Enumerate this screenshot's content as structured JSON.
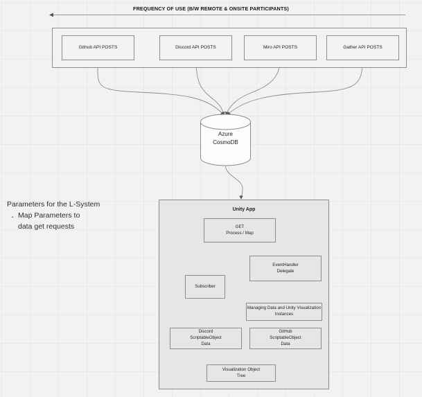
{
  "page": {
    "title": "FREQUENCY OF USE (B/W REMOTE & ONSITE PARTICIPANTS)",
    "background_color": "#f2f2f2",
    "stroke_color": "#8c8c8c",
    "panel_color": "#e6e6e6"
  },
  "sources": {
    "boxes": [
      {
        "label": "Github API POSTS"
      },
      {
        "label": "Discord API POSTS"
      },
      {
        "label": "Miro API POSTS"
      },
      {
        "label": "Gather API POSTS"
      }
    ]
  },
  "database": {
    "label": "Azure\nCosmoDB",
    "shape": "cylinder"
  },
  "notes": {
    "heading": "Parameters for the L-System",
    "bullets": [
      "Map Parameters to\ndata get requests"
    ]
  },
  "unity": {
    "title": "Unity App",
    "nodes": [
      {
        "label": "GET\nProcess / Map"
      },
      {
        "label": "EventHandler\nDelegate"
      },
      {
        "label": "Subscriber"
      },
      {
        "label": "Managing Data and Unity Visualization\nInstances"
      },
      {
        "label": "Discord\nScriptableObject\nData"
      },
      {
        "label": "GitHub\nScriptableObject\nData"
      },
      {
        "label": "Visualization Object\nTree"
      }
    ]
  }
}
